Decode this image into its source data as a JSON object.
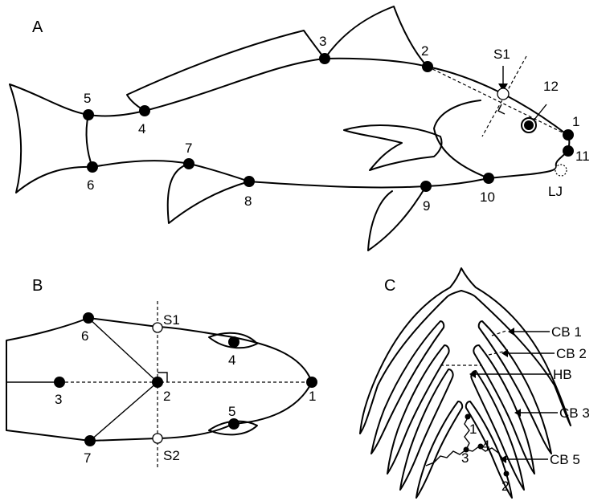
{
  "panels": {
    "A": {
      "label": "A",
      "landmarks": [
        "1",
        "2",
        "3",
        "4",
        "5",
        "6",
        "7",
        "8",
        "9",
        "10",
        "11",
        "12"
      ],
      "extra_labels": {
        "s1": "S1",
        "lj": "LJ"
      }
    },
    "B": {
      "label": "B",
      "landmarks": [
        "1",
        "2",
        "3",
        "4",
        "5",
        "6",
        "7"
      ],
      "extra_labels": {
        "s1": "S1",
        "s2": "S2"
      }
    },
    "C": {
      "label": "C",
      "landmarks": [
        "1",
        "2",
        "3",
        "4"
      ],
      "structures": [
        "CB 1",
        "CB 2",
        "HB",
        "CB 3",
        "CB 5"
      ]
    }
  }
}
